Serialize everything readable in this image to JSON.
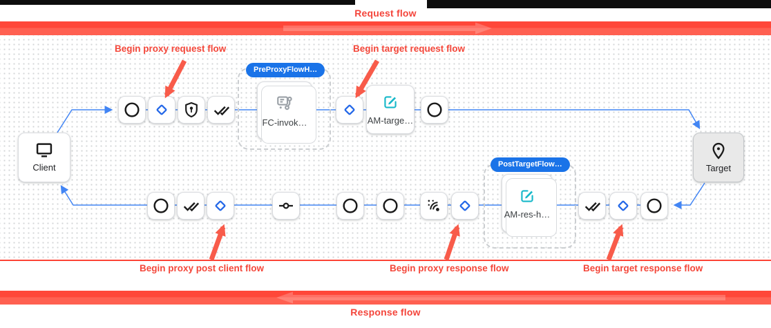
{
  "header": {
    "title": "Request flow"
  },
  "footer": {
    "title": "Response flow"
  },
  "annotations": {
    "top": [
      {
        "label": "Begin proxy request flow"
      },
      {
        "label": "Begin target request flow"
      }
    ],
    "bottom": [
      {
        "label": "Begin proxy post client flow"
      },
      {
        "label": "Begin proxy response flow"
      },
      {
        "label": "Begin target response flow"
      }
    ]
  },
  "nodes": {
    "client": {
      "label": "Client",
      "icon": "monitor-icon"
    },
    "target": {
      "label": "Target",
      "icon": "location-pin-icon"
    },
    "groups": [
      {
        "badge": "PreProxyFlowH…",
        "card_label": "FC-invok…",
        "card_icon": "flow-callout-icon"
      },
      {
        "badge": "PostTargetFlow…",
        "card_label": "AM-res-h…",
        "card_icon": "edit-icon"
      }
    ],
    "assign_message_card": {
      "label": "AM-targe…",
      "icon": "edit-icon"
    },
    "request_flow_step_icons": [
      "circle-icon",
      "diamond-icon",
      "shield-key-icon",
      "double-check-icon",
      "diamond-icon",
      "circle-icon"
    ],
    "response_flow_step_icons": [
      "circle-icon",
      "double-check-icon",
      "diamond-icon",
      "commit-icon",
      "circle-icon",
      "circle-icon",
      "broadcast-icon",
      "diamond-icon",
      "double-check-icon",
      "diamond-icon",
      "circle-icon"
    ]
  },
  "colors": {
    "bar_red": "#ff4739",
    "annotation_red": "#f4473a",
    "arrow_red": "#f85b4a",
    "line_blue": "#4285f4",
    "diamond_blue": "#2468e8",
    "badge_blue": "#1a73e8",
    "edit_teal": "#17b8c9",
    "icon_gray": "#9aa0a6"
  }
}
